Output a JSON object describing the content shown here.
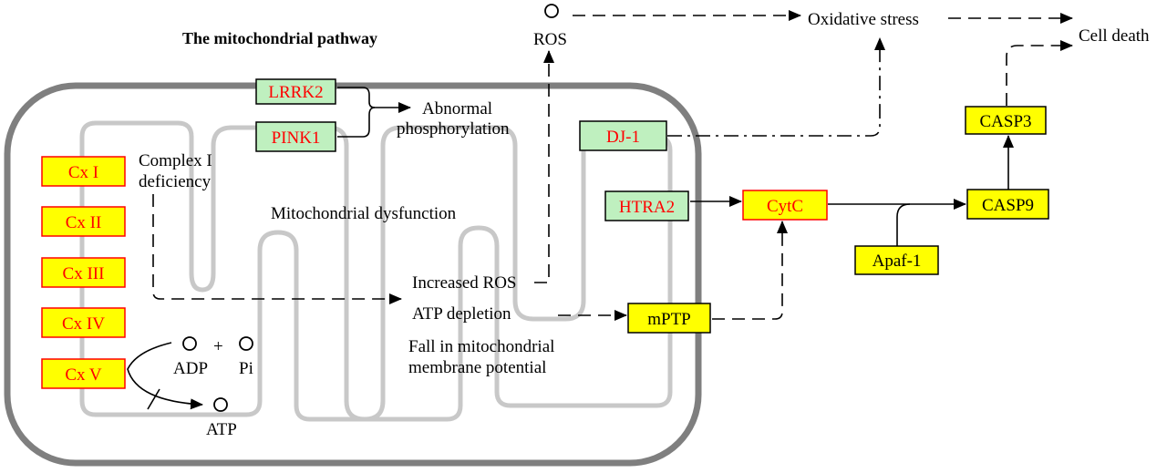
{
  "title": "The mitochondrial pathway",
  "colors": {
    "gene_box_fill": "#bff0bf",
    "gene_box_stroke": "#000000",
    "gene_text": "#ff0000",
    "complex_fill": "#ffff00",
    "complex_stroke": "#ff0000",
    "complex_text": "#ff0000",
    "yellow_node_fill": "#ffff00",
    "cytc_stroke": "#ff0000",
    "mito_outer": "#7f7f7f",
    "mito_inner": "#c8c8c8"
  },
  "genes": {
    "lrrk2": "LRRK2",
    "pink1": "PINK1",
    "dj1": "DJ-1",
    "htra2": "HTRA2"
  },
  "complexes": [
    "Cx I",
    "Cx II",
    "Cx III",
    "Cx IV",
    "Cx V"
  ],
  "nodes": {
    "cytc": "CytC",
    "casp9": "CASP9",
    "casp3": "CASP3",
    "apaf1": "Apaf-1",
    "mptp": "mPTP"
  },
  "labels": {
    "ros": "ROS",
    "oxidative_stress": "Oxidative stress",
    "cell_death": "Cell death",
    "abnormal_phos_1": "Abnormal",
    "abnormal_phos_2": "phosphorylation",
    "complex1_def_1": "Complex I",
    "complex1_def_2": "deficiency",
    "mito_dysfunction": "Mitochondrial dysfunction",
    "increased_ros": "Increased ROS",
    "atp_depletion": "ATP depletion",
    "fall_potential_1": "Fall in mitochondrial",
    "fall_potential_2": "membrane potential",
    "adp": "ADP",
    "pi": "Pi",
    "plus": "+",
    "atp": "ATP"
  }
}
